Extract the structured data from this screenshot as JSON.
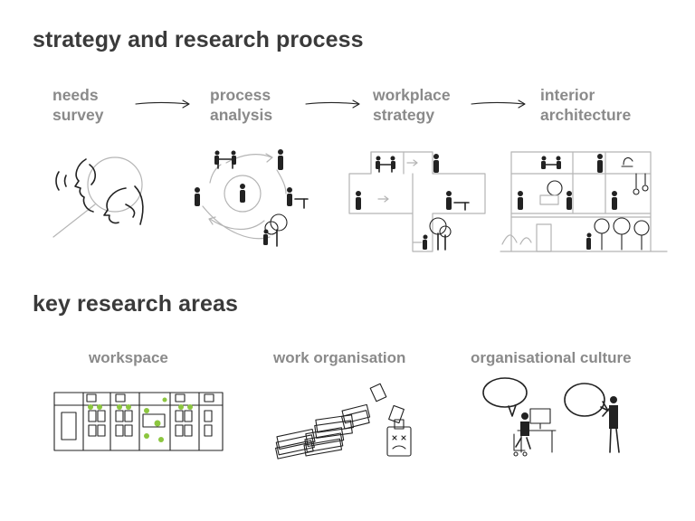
{
  "headings": {
    "process": "strategy and research process",
    "areas": "key research areas"
  },
  "process_steps": [
    {
      "line1": "needs",
      "line2": "survey",
      "icon": "face-dialogue-icon"
    },
    {
      "line1": "process",
      "line2": "analysis",
      "icon": "process-cycle-icon"
    },
    {
      "line1": "workplace",
      "line2": "strategy",
      "icon": "workplace-layout-icon"
    },
    {
      "line1": "interior",
      "line2": "architecture",
      "icon": "building-section-icon"
    }
  ],
  "research_areas": [
    {
      "label": "workspace",
      "icon": "floor-plan-icon"
    },
    {
      "label": "work organisation",
      "icon": "paper-stacks-icon"
    },
    {
      "label": "organisational culture",
      "icon": "speech-bubbles-icon"
    }
  ],
  "colors": {
    "heading": "#3a3a3a",
    "label": "#8a8a8a",
    "ink": "#222222",
    "faint": "#b5b5b5",
    "accent": "#8cc63f"
  }
}
